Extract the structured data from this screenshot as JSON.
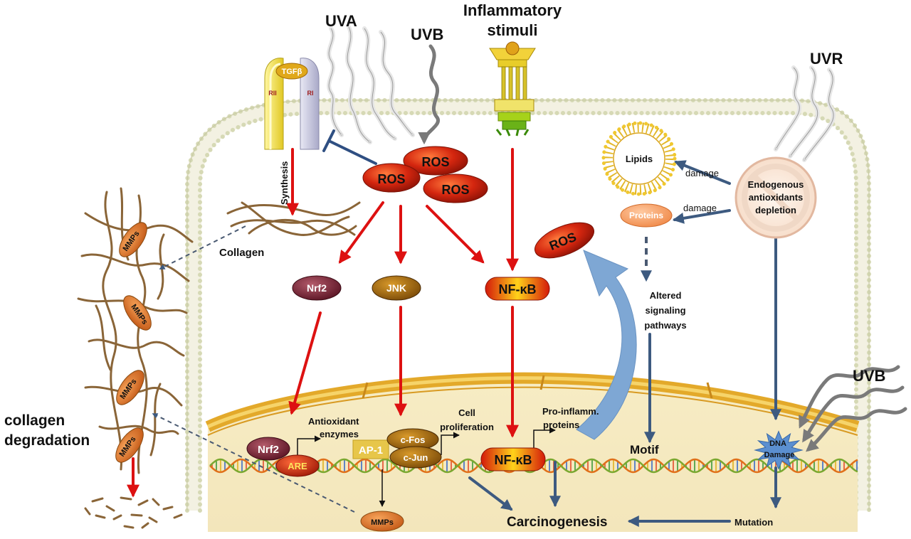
{
  "stimuli": {
    "uva": "UVA",
    "uvb_top": "UVB",
    "inflammatory": [
      "Inflammatory",
      "stimuli"
    ],
    "uvr": "UVR",
    "uvb_right": "UVB"
  },
  "receptor": {
    "ligand": "TGFβ",
    "left_chain": "RII",
    "right_chain": "RI",
    "synthesis": "Synthesis"
  },
  "ros": {
    "cluster": [
      "ROS",
      "ROS",
      "ROS"
    ],
    "recycled": "ROS"
  },
  "signaling": {
    "nrf2": "Nrf2",
    "jnk": "JNK",
    "nfkb": "NF-κB"
  },
  "oxidative_damage": {
    "lipids": "Lipids",
    "proteins": "Proteins",
    "damage": "damage",
    "depletion": [
      "Endogenous",
      "antioxidants",
      "depletion"
    ],
    "altered": [
      "Altered",
      "signaling",
      "pathways"
    ]
  },
  "nucleus": {
    "nrf2": "Nrf2",
    "are": "ARE",
    "ap1": "AP-1",
    "cfos": "c-Fos",
    "cjun": "c-Jun",
    "nfkb": "NF-κB",
    "motif": "Motif",
    "dna_damage": [
      "DNA",
      "Damage"
    ]
  },
  "outputs": {
    "antioxidant": [
      "Antioxidant",
      "enzymes"
    ],
    "proliferation": [
      "Cell",
      "proliferation"
    ],
    "proinflamm": [
      "Pro-inflamm.",
      "proteins"
    ],
    "mmps": "MMPs",
    "carcinogenesis": "Carcinogenesis",
    "mutation": "Mutation"
  },
  "ecm": {
    "collagen": "Collagen",
    "degradation": [
      "collagen",
      "degradation"
    ],
    "fiber_mmps": [
      "MMPs",
      "MMPs",
      "MMPs",
      "MMPs"
    ]
  },
  "colors": {
    "activation_arrow": "#dd1111",
    "inhibition": "#2f4f82",
    "flow_arrow": "#3d5a80",
    "ros_red": "#c81e10",
    "collagen": "#8a6538",
    "membrane_head": "#d6d9b5",
    "nucleus_rim": "#e3a92a",
    "dna_damage": "#5b8fd0"
  }
}
